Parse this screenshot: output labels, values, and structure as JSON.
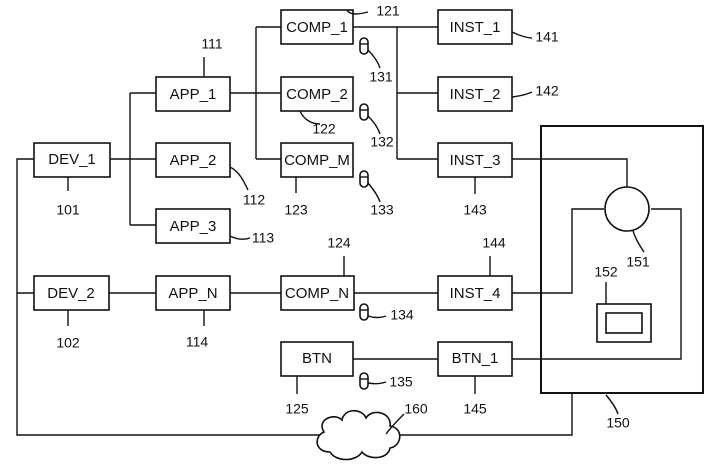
{
  "boxes": {
    "dev_1": "DEV_1",
    "dev_2": "DEV_2",
    "app_1": "APP_1",
    "app_2": "APP_2",
    "app_3": "APP_3",
    "app_n": "APP_N",
    "comp_1": "COMP_1",
    "comp_2": "COMP_2",
    "comp_m": "COMP_M",
    "comp_n": "COMP_N",
    "btn": "BTN",
    "inst_1": "INST_1",
    "inst_2": "INST_2",
    "inst_3": "INST_3",
    "inst_4": "INST_4",
    "btn_1": "BTN_1"
  },
  "refs": {
    "r101": "101",
    "r102": "102",
    "r111": "111",
    "r112": "112",
    "r113": "113",
    "r114": "114",
    "r121": "121",
    "r122": "122",
    "r123": "123",
    "r124": "124",
    "r125": "125",
    "r131": "131",
    "r132": "132",
    "r133": "133",
    "r134": "134",
    "r135": "135",
    "r141": "141",
    "r142": "142",
    "r143": "143",
    "r144": "144",
    "r145": "145",
    "r150": "150",
    "r151": "151",
    "r152": "152",
    "r160": "160"
  }
}
